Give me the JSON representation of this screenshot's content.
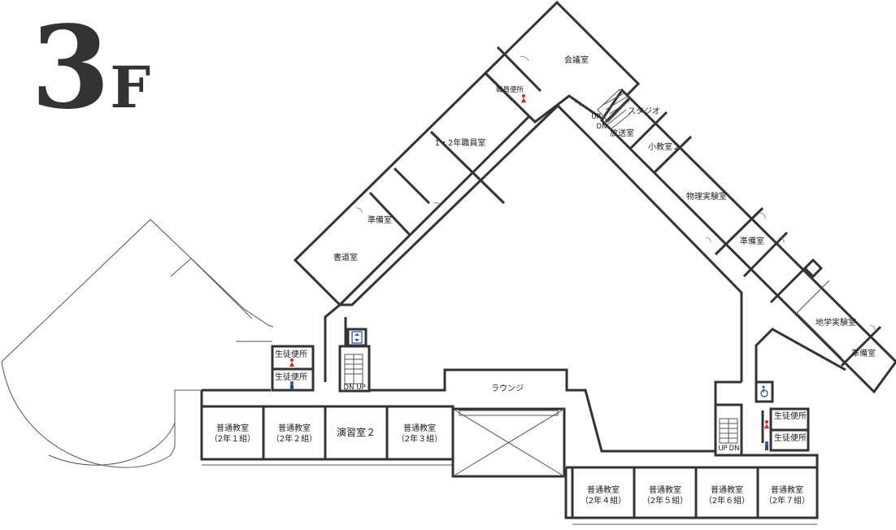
{
  "floor": {
    "number": "3",
    "suffix": "F"
  },
  "rooms": {
    "kaigishitsu": "会議室",
    "shokuinshitsu": "1・2年職員室",
    "shokuin_toilet": "職員便所",
    "junbi1": "準備室",
    "shodo": "書道室",
    "studio": "スタジオ",
    "hoso": "放送室",
    "shokyoshitsu2": "小教室２",
    "butsuri": "物理実験室",
    "junbi2": "準備室",
    "chigaku": "地学実験室",
    "junbi3": "準備室",
    "lounge": "ラウンジ",
    "enshu2": "演習室２",
    "toilet_w_left": "生徒便所",
    "toilet_m_left": "生徒便所",
    "toilet_w_right": "生徒便所",
    "toilet_m_right": "生徒便所"
  },
  "classrooms": [
    {
      "name": "普通教室",
      "group": "（2年１組）"
    },
    {
      "name": "普通教室",
      "group": "（2年２組）"
    },
    {
      "name": "普通教室",
      "group": "（2年３組）"
    },
    {
      "name": "普通教室",
      "group": "（2年４組）"
    },
    {
      "name": "普通教室",
      "group": "（2年５組）"
    },
    {
      "name": "普通教室",
      "group": "（2年６組）"
    },
    {
      "name": "普通教室",
      "group": "（2年７組）"
    }
  ],
  "stairs": {
    "top": {
      "up": "UP",
      "dn": "DN"
    },
    "left": {
      "dn": "DN",
      "up": "UP"
    },
    "right": {
      "up": "UP",
      "dn": "DN"
    }
  },
  "icons": {
    "elevator": "elevator-icon",
    "accessible": "wheelchair-icon",
    "toilet_women": "female-toilet-icon",
    "toilet_men": "male-toilet-icon"
  },
  "colors": {
    "wall": "#333333",
    "female": "#d7261e",
    "male": "#1f4e9c",
    "elevator": "#1f4e9c"
  }
}
